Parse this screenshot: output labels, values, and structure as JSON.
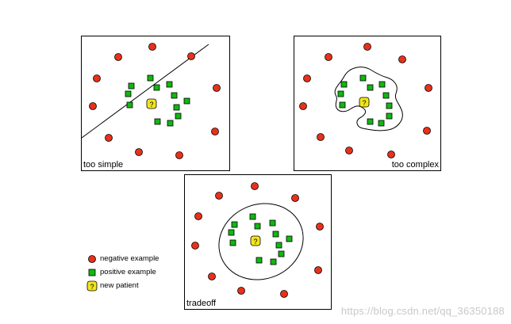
{
  "colors": {
    "negative": "#e8311a",
    "positive": "#10b810",
    "new_patient": "#f2e51c",
    "border": "#000000"
  },
  "panels": {
    "simple": {
      "label": "too simple"
    },
    "complex": {
      "label": "too complex"
    },
    "tradeoff": {
      "label": "tradeoff"
    }
  },
  "legend": {
    "negative": "negative example",
    "positive": "positive example",
    "new": "new patient"
  },
  "new_patient_symbol": "?",
  "watermark": "https://blog.csdn.net/qq_36350188"
}
